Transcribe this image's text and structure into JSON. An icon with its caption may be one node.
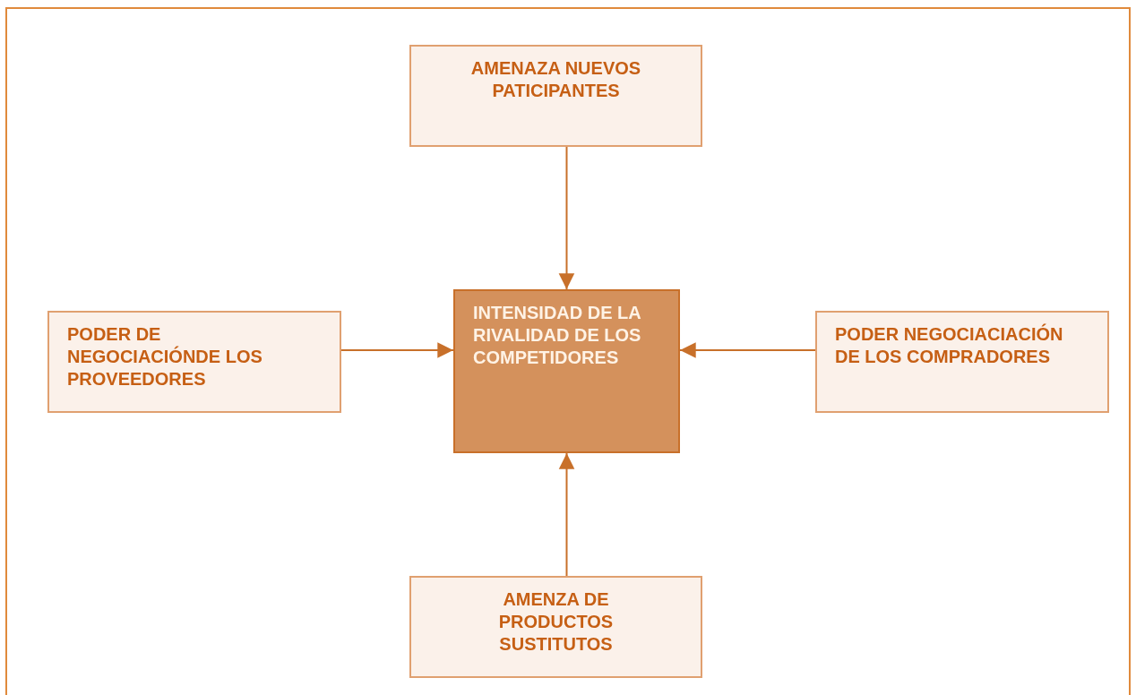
{
  "diagram": {
    "nodes": [
      {
        "text": [
          "AMENAZA NUEVOS PATICIPANTES"
        ]
      },
      {
        "text": [
          "PODER DE NEGOCIACIÓNDE LOS PROVEEDORES"
        ]
      },
      {
        "text": [
          "INTENSIDAD DE LA RIVALIDAD DE LOS COMPETIDORES"
        ]
      },
      {
        "text": [
          "PODER NEGOCIACIACIÓN DE LOS COMPRADORES"
        ]
      },
      {
        "text": [
          "AMENZA DE PRODUCTOS SUSTITUTOS"
        ]
      }
    ],
    "edges": [
      {
        "from": 0,
        "to": 2,
        "arrow": "to"
      },
      {
        "from": 1,
        "to": 2,
        "arrow": "to"
      },
      {
        "from": 3,
        "to": 2,
        "arrow": "to"
      },
      {
        "from": 4,
        "to": 2,
        "arrow": "to"
      }
    ]
  }
}
